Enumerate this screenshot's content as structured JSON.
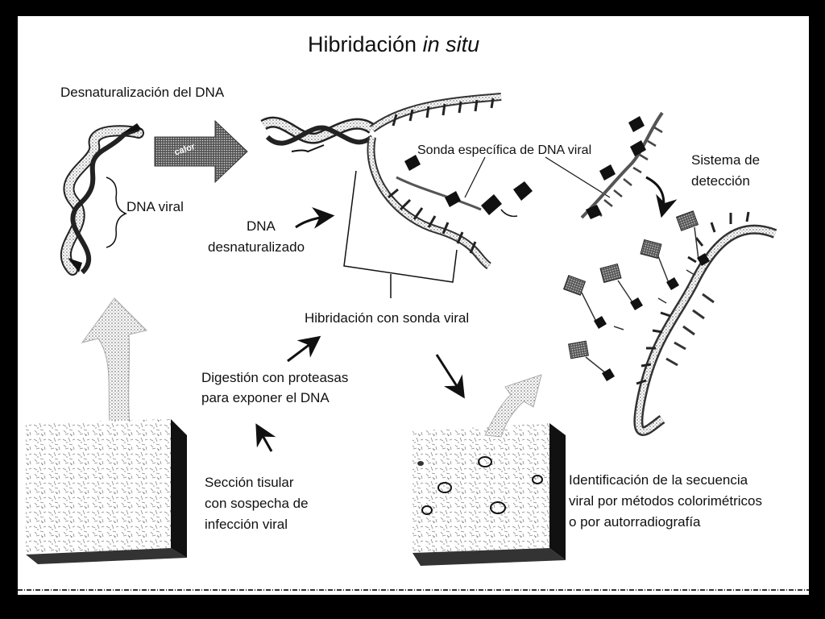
{
  "title": {
    "main": "Hibridación",
    "italic": "in situ"
  },
  "labels": {
    "denaturation": "Desnaturalización del DNA",
    "heat": "calor",
    "viral_dna": "DNA viral",
    "denatured_dna_line1": "DNA",
    "denatured_dna_line2": "desnaturalizado",
    "probe": "Sonda específica de DNA viral",
    "detection_line1": "Sistema de",
    "detection_line2": "detección",
    "hybridization": "Hibridación con sonda viral",
    "digestion_line1": "Digestión con proteasas",
    "digestion_line2": "para exponer el DNA",
    "section_line1": "Sección tisular",
    "section_line2": "con sospecha de",
    "section_line3": "infección viral",
    "identification_line1": "Identificación de la secuencia",
    "identification_line2": "viral por métodos colorimétricos",
    "identification_line3": "o por autorradiografía"
  },
  "colors": {
    "ink": "#111111",
    "stipple": "#9a9a9a",
    "background": "#ffffff"
  }
}
